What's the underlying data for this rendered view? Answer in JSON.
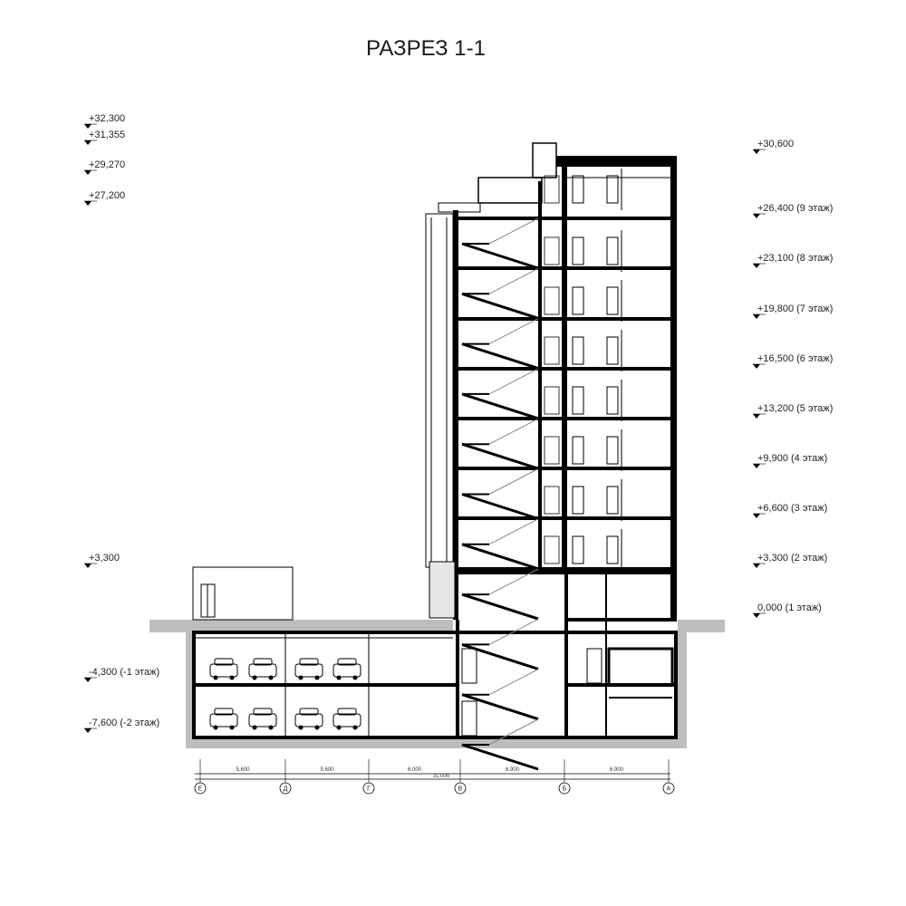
{
  "title": "РАЗРЕЗ 1-1",
  "levels_left": [
    {
      "label": "+32,300"
    },
    {
      "label": "+31,355"
    },
    {
      "label": "+29,270"
    },
    {
      "label": "+27,200"
    },
    {
      "label": "+3,300"
    },
    {
      "label": "-4,300 (-1 этаж)"
    },
    {
      "label": "-7,600 (-2 этаж)"
    }
  ],
  "levels_right": [
    {
      "label": "+30,600"
    },
    {
      "label": "+26,400 (9 этаж)"
    },
    {
      "label": "+23,100 (8 этаж)"
    },
    {
      "label": "+19,800 (7 этаж)"
    },
    {
      "label": "+16,500 (6 этаж)"
    },
    {
      "label": "+13,200 (5 этаж)"
    },
    {
      "label": "+9,900   (4 этаж)"
    },
    {
      "label": "+6,600   (3 этаж)"
    },
    {
      "label": "+3,300   (2 этаж)"
    },
    {
      "label": "0,000    (1 этаж)"
    }
  ],
  "spans": [
    "5.600",
    "5.600",
    "6.000",
    "6.900",
    "6.900"
  ],
  "total": "31.000",
  "axes": [
    "Е",
    "Д",
    "Г",
    "В",
    "Б",
    "А"
  ],
  "colors": {
    "line": "#000000",
    "ground": "#bdbdbd",
    "text": "#222222"
  }
}
